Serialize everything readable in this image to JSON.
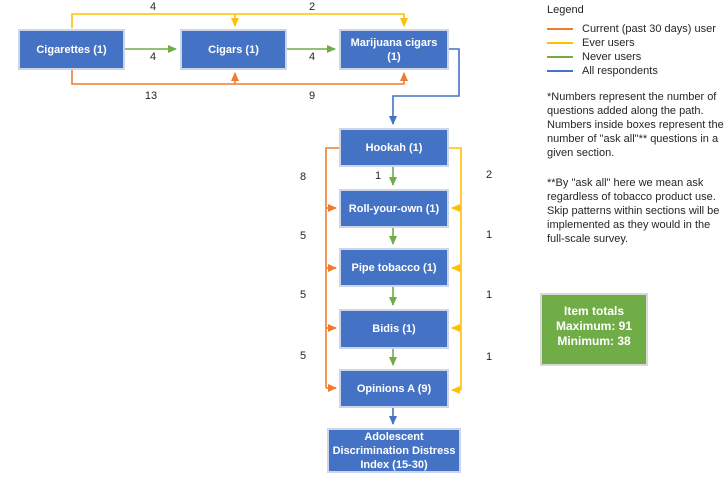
{
  "nodes": {
    "cigarettes": "Cigarettes (1)",
    "cigars": "Cigars (1)",
    "marijuana_cigars": "Marijuana cigars (1)",
    "hookah": "Hookah (1)",
    "roll_your_own": "Roll-your-own (1)",
    "pipe_tobacco": "Pipe tobacco (1)",
    "bidis": "Bidis (1)",
    "opinions_a": "Opinions A (9)",
    "addi": "Adolescent Discrimination Distress Index (15-30)"
  },
  "edge_labels": {
    "ever_cig_to_cigars": "4",
    "ever_cigars_to_mj": "2",
    "never_cig_to_cigars": "4",
    "never_cigars_to_mj": "4",
    "current_cig_to_cigars": "13",
    "current_cigars_to_mj": "9",
    "never_hookah_to_ryo": "1",
    "current_to_ryo": "8",
    "current_to_pipe": "5",
    "current_to_bidis": "5",
    "current_to_opinions": "5",
    "ever_to_ryo": "2",
    "ever_to_pipe": "1",
    "ever_to_bidis": "1",
    "ever_to_opinions": "1"
  },
  "legend": {
    "title": "Legend",
    "items": [
      {
        "label": "Current (past 30 days) user",
        "color": "#ED7D31"
      },
      {
        "label": "Ever users",
        "color": "#FFC000"
      },
      {
        "label": "Never users",
        "color": "#70AD47"
      },
      {
        "label": "All respondents",
        "color": "#4472C4"
      }
    ]
  },
  "notes": {
    "note1": "*Numbers represent the number of questions added along the path. Numbers inside boxes represent the number of \"ask all\"** questions in a given section.",
    "note2": "**By \"ask all\" here we mean ask regardless of tobacco product use. Skip patterns within sections will be implemented as they would in the full-scale survey."
  },
  "item_totals": {
    "title": "Item totals",
    "maximum": "Maximum: 91",
    "minimum": "Minimum: 38"
  },
  "colors": {
    "current_user": "#ED7D31",
    "ever_users": "#FFC000",
    "never_users": "#70AD47",
    "all_respondents": "#4472C4",
    "node_fill": "#4472C4",
    "node_border": "#cdd6e8",
    "totals_fill": "#70AD47",
    "totals_border": "#d9d9d9",
    "text": "#262626"
  }
}
